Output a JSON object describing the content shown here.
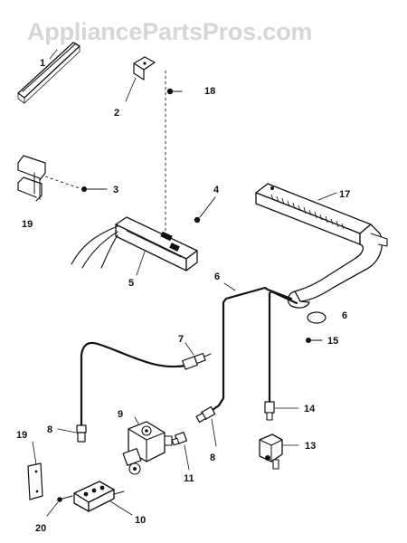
{
  "watermark": "AppliancePartsPros.com",
  "callouts": {
    "c1": "1",
    "c2": "2",
    "c18": "18",
    "c3": "3",
    "c19a": "19",
    "c4": "4",
    "c17": "17",
    "c5": "5",
    "c6a": "6",
    "c6b": "6",
    "c15": "15",
    "c7": "7",
    "c9": "9",
    "c8a": "8",
    "c8b": "8",
    "c14": "14",
    "c11": "11",
    "c13": "13",
    "c19b": "19",
    "c10": "10",
    "c20": "20"
  }
}
